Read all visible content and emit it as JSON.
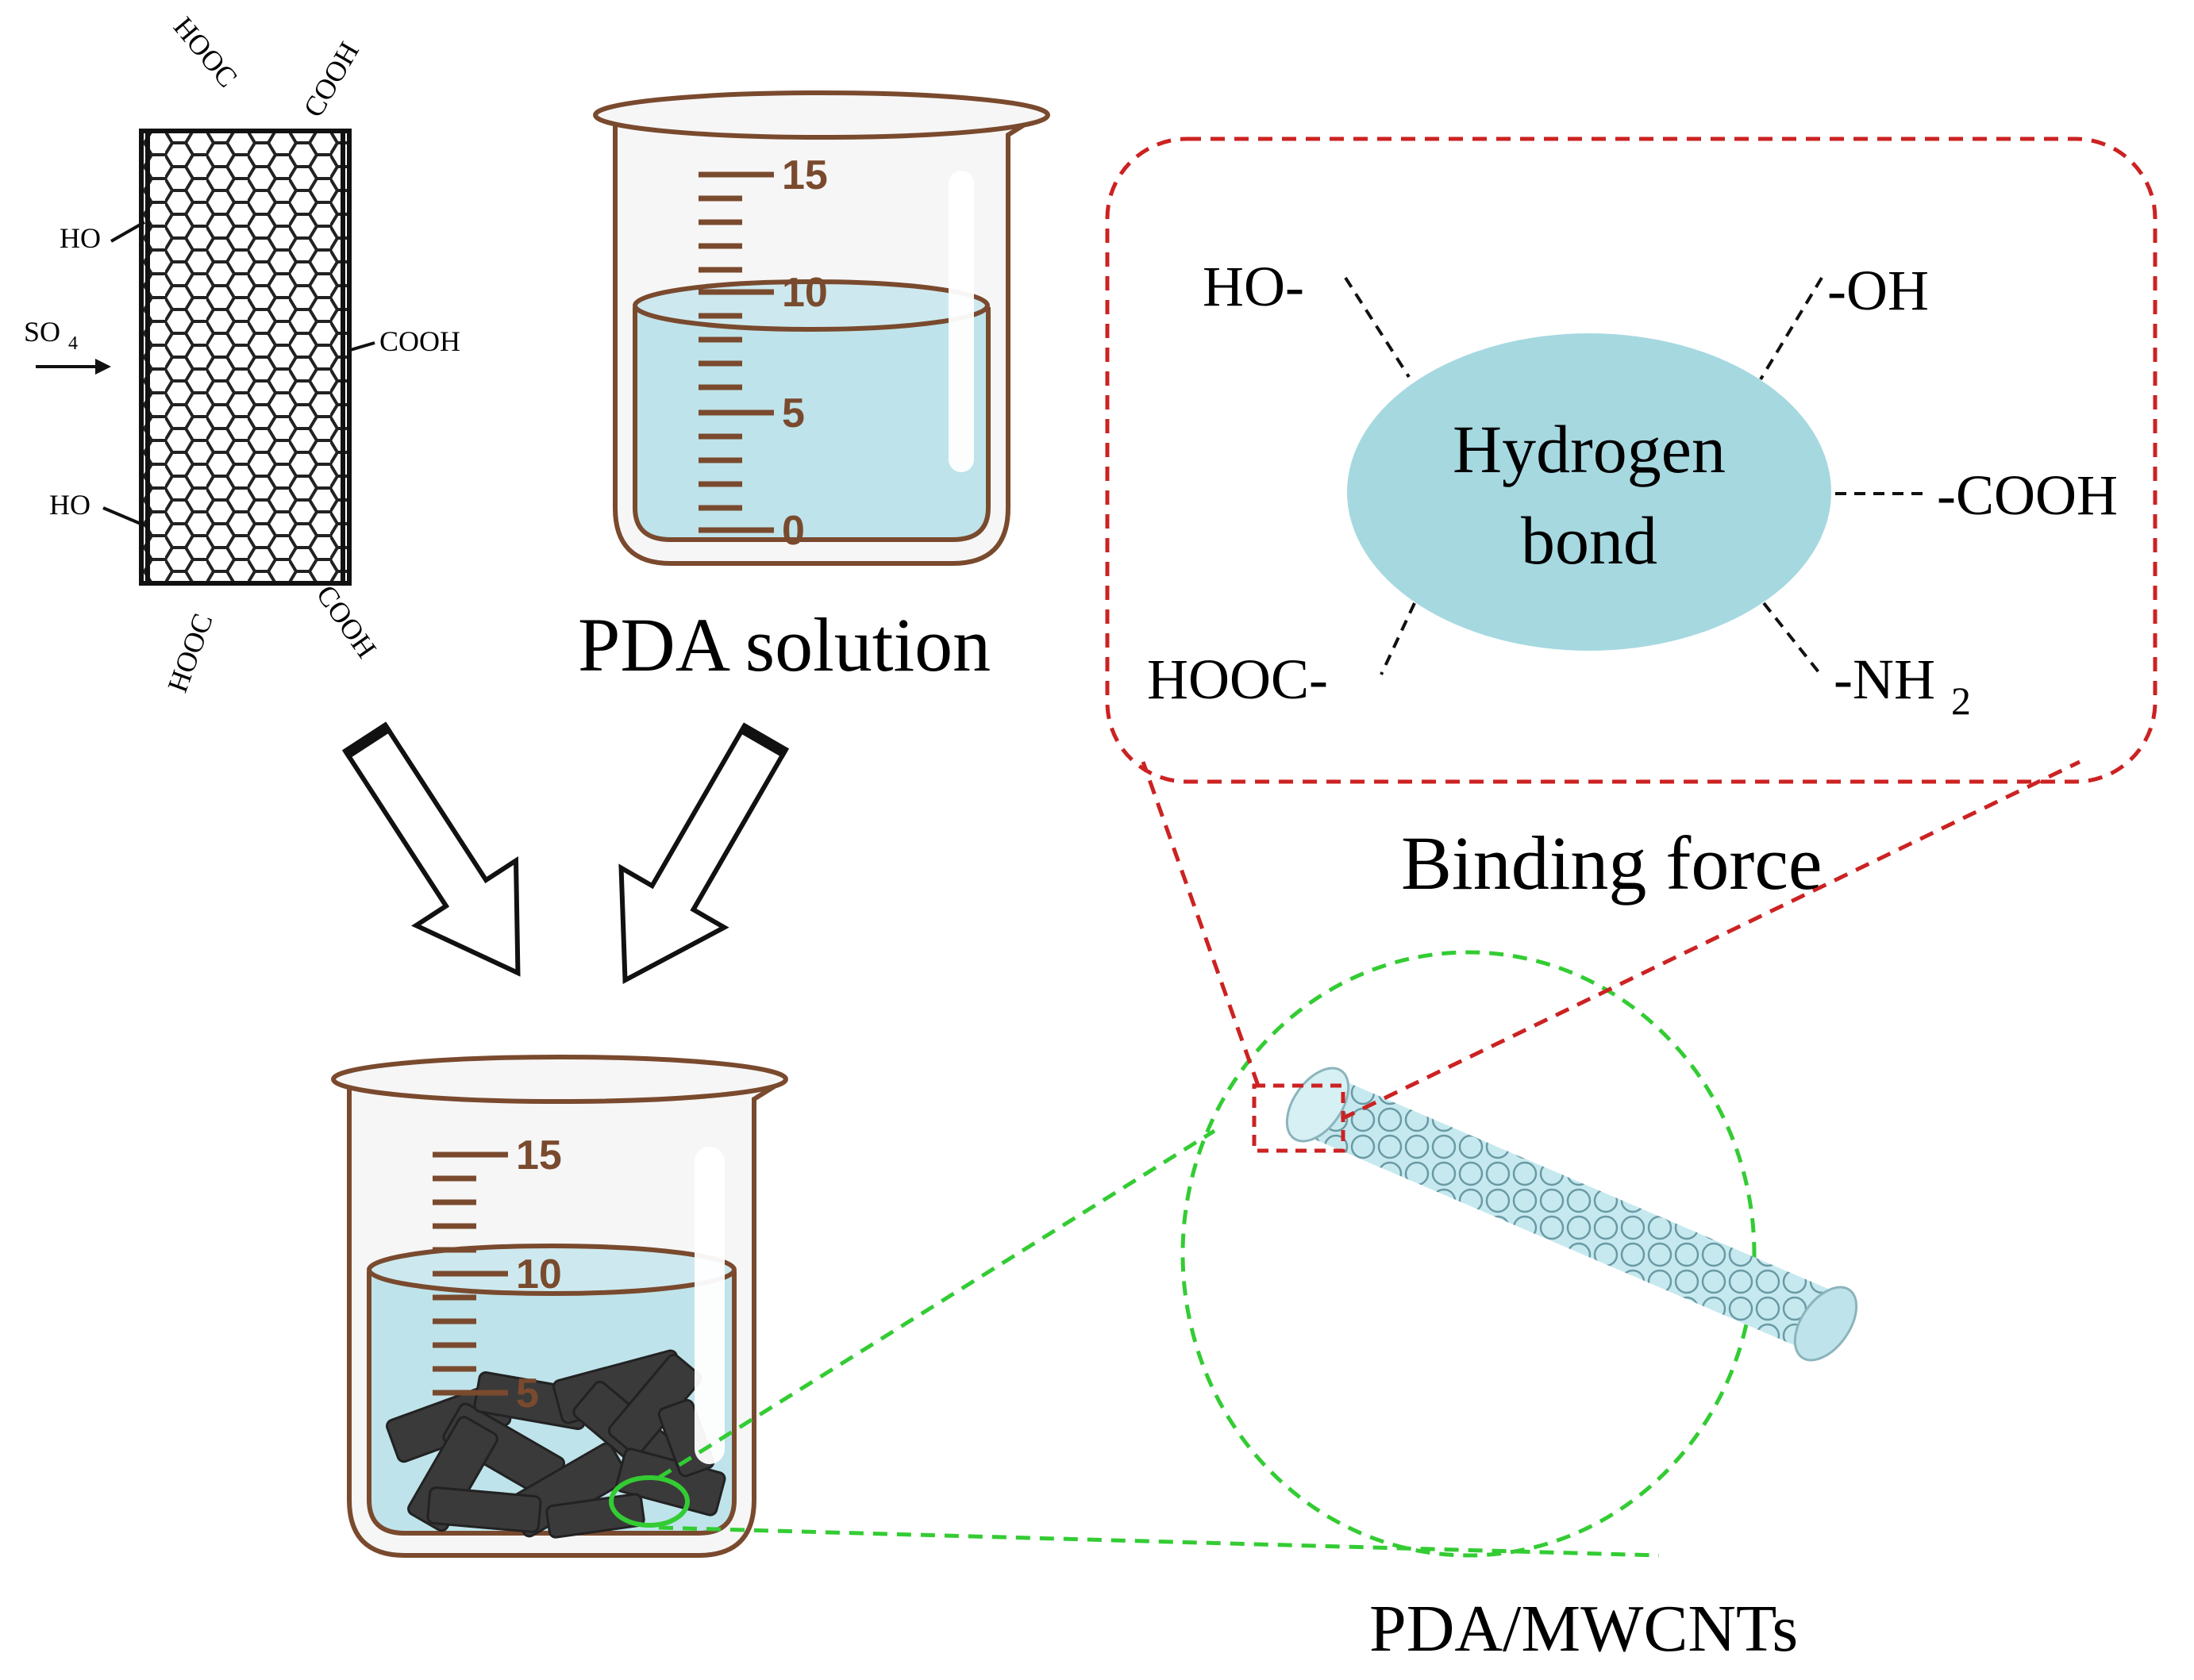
{
  "cnt_labels": {
    "top_left": "HOOC",
    "top_right": "COOH",
    "upper_left": "HO",
    "reagent": "SO",
    "reagent_sub": "4",
    "mid_right": "COOH",
    "lower_left": "HO",
    "bottom_left": "HOOC",
    "bottom_right": "COOH"
  },
  "beaker": {
    "tick_15": "15",
    "tick_10": "10",
    "tick_5": "5",
    "tick_0": "0"
  },
  "pda_solution_label": "PDA solution",
  "binding": {
    "center_line1": "Hydrogen",
    "center_line2": "bond",
    "groups": {
      "ho": "HO-",
      "oh": "-OH",
      "cooh": "-COOH",
      "hooc": "HOOC-",
      "nh2": "-NH",
      "nh2_sub": "2"
    },
    "caption": "Binding force"
  },
  "product_label": "PDA/MWCNTs",
  "colors": {
    "beaker_outline": "#7a4a2e",
    "solution": "#bfe3ea",
    "red_dash": "#cc2222",
    "green_dash": "#33cc33",
    "ellipse_fill": "#a6d8e0",
    "tube_fill": "#c6e9ef",
    "particles": "#3a3a3a"
  }
}
